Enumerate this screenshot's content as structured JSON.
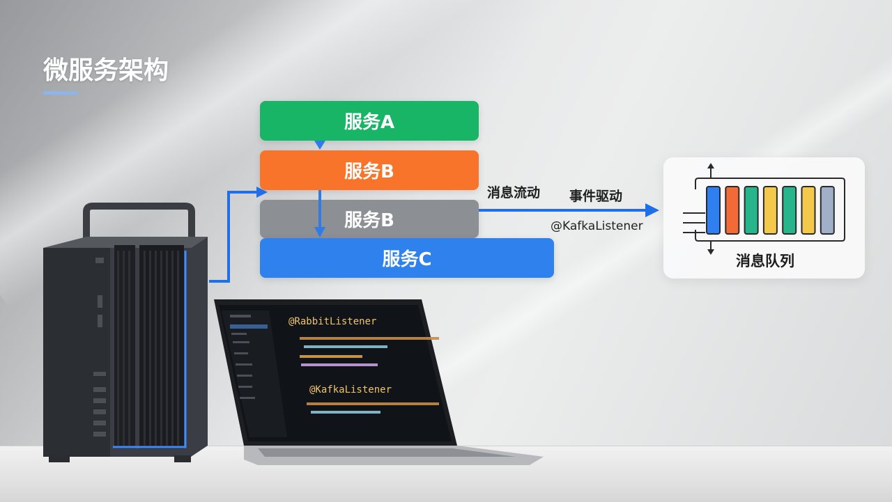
{
  "title": "微服务架构",
  "services": {
    "a": "服务A",
    "b1": "服务B",
    "b2": "服务B",
    "c": "服务C"
  },
  "connector_labels": {
    "flow": "消息流动",
    "event": "事件驱动",
    "kafka": "@KafkaListener"
  },
  "queue": {
    "label": "消息队列",
    "bar_colors": [
      "#2f7ff0",
      "#f26a36",
      "#27b58c",
      "#f4c84a",
      "#27b58c",
      "#f4c84a",
      "#9fb0c8"
    ]
  },
  "laptop_code": {
    "rabbit": "@RabbitListener",
    "kafka": "@KafkaListener"
  },
  "colors": {
    "green": "#18b566",
    "orange": "#f7742a",
    "gray": "#8c9095",
    "blue": "#2f82ee",
    "arrow": "#1f6fe8"
  }
}
